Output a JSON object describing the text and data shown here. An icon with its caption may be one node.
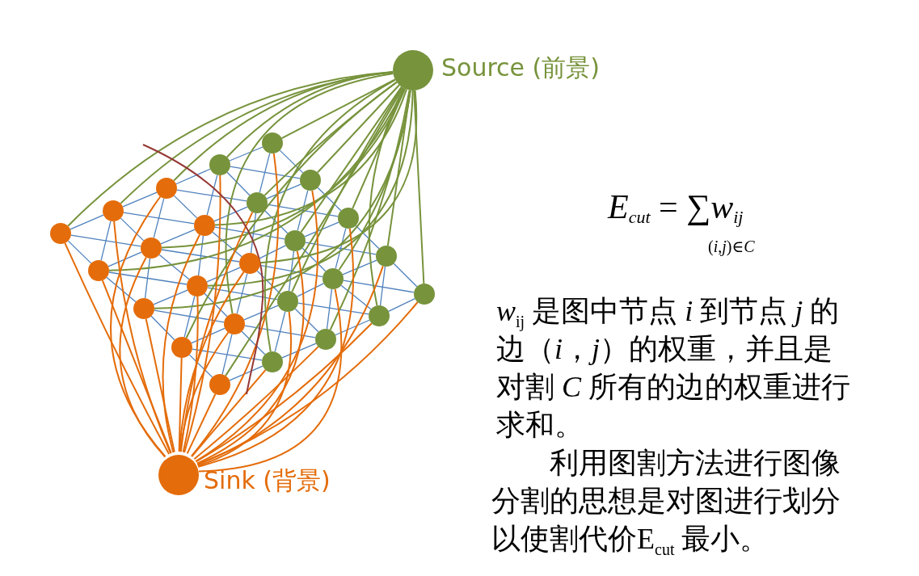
{
  "diagram": {
    "nodes": [
      {
        "text": [
          "Source (前景)"
        ]
      },
      {
        "text": [],
        "shape": "circle"
      },
      {
        "text": [],
        "shape": "circle"
      },
      {
        "text": [],
        "shape": "circle"
      },
      {
        "text": [],
        "shape": "circle"
      },
      {
        "text": [],
        "shape": "circle"
      },
      {
        "text": [],
        "shape": "circle"
      },
      {
        "text": [],
        "shape": "circle"
      },
      {
        "text": [],
        "shape": "circle"
      },
      {
        "text": [],
        "shape": "circle"
      },
      {
        "text": [],
        "shape": "circle"
      },
      {
        "text": [],
        "shape": "circle"
      },
      {
        "text": [],
        "shape": "circle"
      },
      {
        "text": [],
        "shape": "circle"
      },
      {
        "text": [],
        "shape": "circle"
      },
      {
        "text": [],
        "shape": "circle"
      },
      {
        "text": [],
        "shape": "circle"
      },
      {
        "text": [],
        "shape": "circle"
      },
      {
        "text": [],
        "shape": "circle"
      },
      {
        "text": [],
        "shape": "circle"
      },
      {
        "text": [],
        "shape": "circle"
      },
      {
        "text": [],
        "shape": "circle"
      },
      {
        "text": [],
        "shape": "circle"
      },
      {
        "text": [],
        "shape": "circle"
      },
      {
        "text": [],
        "shape": "circle"
      },
      {
        "text": [],
        "shape": "circle"
      },
      {
        "text": [
          "Sink (背景)"
        ]
      }
    ],
    "edges": [
      {
        "from": 1,
        "to": 2,
        "arrow": "none"
      },
      {
        "from": 2,
        "to": 3,
        "arrow": "none"
      },
      {
        "from": 3,
        "to": 4,
        "arrow": "none"
      },
      {
        "from": 4,
        "to": 5,
        "arrow": "none"
      },
      {
        "from": 6,
        "to": 7,
        "arrow": "none"
      },
      {
        "from": 7,
        "to": 8,
        "arrow": "none"
      },
      {
        "from": 8,
        "to": 9,
        "arrow": "none"
      },
      {
        "from": 9,
        "to": 10,
        "arrow": "none"
      },
      {
        "from": 11,
        "to": 12,
        "arrow": "none"
      },
      {
        "from": 12,
        "to": 13,
        "arrow": "none"
      },
      {
        "from": 13,
        "to": 14,
        "arrow": "none"
      },
      {
        "from": 14,
        "to": 15,
        "arrow": "none"
      },
      {
        "from": 16,
        "to": 17,
        "arrow": "none"
      },
      {
        "from": 17,
        "to": 18,
        "arrow": "none"
      },
      {
        "from": 18,
        "to": 19,
        "arrow": "none"
      },
      {
        "from": 19,
        "to": 20,
        "arrow": "none"
      },
      {
        "from": 21,
        "to": 22,
        "arrow": "none"
      },
      {
        "from": 22,
        "to": 23,
        "arrow": "none"
      },
      {
        "from": 23,
        "to": 24,
        "arrow": "none"
      },
      {
        "from": 24,
        "to": 25,
        "arrow": "none"
      },
      {
        "from": 1,
        "to": 6,
        "arrow": "none"
      },
      {
        "from": 2,
        "to": 7,
        "arrow": "none"
      },
      {
        "from": 3,
        "to": 8,
        "arrow": "none"
      },
      {
        "from": 4,
        "to": 9,
        "arrow": "none"
      },
      {
        "from": 5,
        "to": 10,
        "arrow": "none"
      },
      {
        "from": 6,
        "to": 11,
        "arrow": "none"
      },
      {
        "from": 7,
        "to": 12,
        "arrow": "none"
      },
      {
        "from": 8,
        "to": 13,
        "arrow": "none"
      },
      {
        "from": 9,
        "to": 14,
        "arrow": "none"
      },
      {
        "from": 10,
        "to": 15,
        "arrow": "none"
      },
      {
        "from": 11,
        "to": 16,
        "arrow": "none"
      },
      {
        "from": 12,
        "to": 17,
        "arrow": "none"
      },
      {
        "from": 13,
        "to": 18,
        "arrow": "none"
      },
      {
        "from": 14,
        "to": 19,
        "arrow": "none"
      },
      {
        "from": 15,
        "to": 20,
        "arrow": "none"
      },
      {
        "from": 16,
        "to": 21,
        "arrow": "none"
      },
      {
        "from": 17,
        "to": 22,
        "arrow": "none"
      },
      {
        "from": 18,
        "to": 23,
        "arrow": "none"
      },
      {
        "from": 19,
        "to": 24,
        "arrow": "none"
      },
      {
        "from": 20,
        "to": 25,
        "arrow": "none"
      },
      {
        "from": 1,
        "to": 7,
        "arrow": "none"
      },
      {
        "from": 2,
        "to": 8,
        "arrow": "none"
      },
      {
        "from": 3,
        "to": 9,
        "arrow": "none"
      },
      {
        "from": 4,
        "to": 10,
        "arrow": "none"
      },
      {
        "from": 6,
        "to": 12,
        "arrow": "none"
      },
      {
        "from": 7,
        "to": 13,
        "arrow": "none"
      },
      {
        "from": 8,
        "to": 14,
        "arrow": "none"
      },
      {
        "from": 9,
        "to": 15,
        "arrow": "none"
      },
      {
        "from": 11,
        "to": 17,
        "arrow": "none"
      },
      {
        "from": 12,
        "to": 18,
        "arrow": "none"
      },
      {
        "from": 13,
        "to": 19,
        "arrow": "none"
      },
      {
        "from": 14,
        "to": 20,
        "arrow": "none"
      },
      {
        "from": 16,
        "to": 22,
        "arrow": "none"
      },
      {
        "from": 17,
        "to": 23,
        "arrow": "none"
      },
      {
        "from": 18,
        "to": 24,
        "arrow": "none"
      },
      {
        "from": 19,
        "to": 25,
        "arrow": "none"
      },
      {
        "from": 6,
        "to": 2,
        "arrow": "none"
      },
      {
        "from": 7,
        "to": 3,
        "arrow": "none"
      },
      {
        "from": 8,
        "to": 4,
        "arrow": "none"
      },
      {
        "from": 9,
        "to": 5,
        "arrow": "none"
      },
      {
        "from": 11,
        "to": 7,
        "arrow": "none"
      },
      {
        "from": 12,
        "to": 8,
        "arrow": "none"
      },
      {
        "from": 13,
        "to": 9,
        "arrow": "none"
      },
      {
        "from": 14,
        "to": 10,
        "arrow": "none"
      },
      {
        "from": 16,
        "to": 12,
        "arrow": "none"
      },
      {
        "from": 17,
        "to": 13,
        "arrow": "none"
      },
      {
        "from": 18,
        "to": 14,
        "arrow": "none"
      },
      {
        "from": 19,
        "to": 15,
        "arrow": "none"
      },
      {
        "from": 21,
        "to": 17,
        "arrow": "none"
      },
      {
        "from": 22,
        "to": 18,
        "arrow": "none"
      },
      {
        "from": 23,
        "to": 19,
        "arrow": "none"
      },
      {
        "from": 24,
        "to": 20,
        "arrow": "none"
      },
      {
        "from": 0,
        "to": 1,
        "arrow": "none",
        "color": "#77933c"
      },
      {
        "from": 0,
        "to": 2,
        "arrow": "none",
        "color": "#77933c"
      },
      {
        "from": 0,
        "to": 3,
        "arrow": "none",
        "color": "#77933c"
      },
      {
        "from": 0,
        "to": 4,
        "arrow": "none",
        "color": "#77933c"
      },
      {
        "from": 0,
        "to": 5,
        "arrow": "none",
        "color": "#77933c"
      },
      {
        "from": 0,
        "to": 6,
        "arrow": "none",
        "color": "#77933c"
      },
      {
        "from": 0,
        "to": 7,
        "arrow": "none",
        "color": "#77933c"
      },
      {
        "from": 0,
        "to": 8,
        "arrow": "none",
        "color": "#77933c"
      },
      {
        "from": 0,
        "to": 9,
        "arrow": "none",
        "color": "#77933c"
      },
      {
        "from": 0,
        "to": 10,
        "arrow": "none",
        "color": "#77933c"
      },
      {
        "from": 0,
        "to": 11,
        "arrow": "none",
        "color": "#77933c"
      },
      {
        "from": 0,
        "to": 12,
        "arrow": "none",
        "color": "#77933c"
      },
      {
        "from": 0,
        "to": 13,
        "arrow": "none",
        "color": "#77933c"
      },
      {
        "from": 0,
        "to": 14,
        "arrow": "none",
        "color": "#77933c"
      },
      {
        "from": 0,
        "to": 15,
        "arrow": "none",
        "color": "#77933c"
      },
      {
        "from": 0,
        "to": 16,
        "arrow": "none",
        "color": "#77933c"
      },
      {
        "from": 0,
        "to": 17,
        "arrow": "none",
        "color": "#77933c"
      },
      {
        "from": 0,
        "to": 18,
        "arrow": "none",
        "color": "#77933c"
      },
      {
        "from": 0,
        "to": 19,
        "arrow": "none",
        "color": "#77933c"
      },
      {
        "from": 0,
        "to": 20,
        "arrow": "none",
        "color": "#77933c"
      },
      {
        "from": 0,
        "to": 21,
        "arrow": "none",
        "color": "#77933c"
      },
      {
        "from": 0,
        "to": 22,
        "arrow": "none",
        "color": "#77933c"
      },
      {
        "from": 0,
        "to": 23,
        "arrow": "none",
        "color": "#77933c"
      },
      {
        "from": 0,
        "to": 24,
        "arrow": "none",
        "color": "#77933c"
      },
      {
        "from": 0,
        "to": 25,
        "arrow": "none",
        "color": "#77933c"
      },
      {
        "from": 26,
        "to": 1,
        "arrow": "none",
        "color": "#e46c0a"
      },
      {
        "from": 26,
        "to": 2,
        "arrow": "none",
        "color": "#e46c0a"
      },
      {
        "from": 26,
        "to": 3,
        "arrow": "none",
        "color": "#e46c0a"
      },
      {
        "from": 26,
        "to": 4,
        "arrow": "none",
        "color": "#e46c0a"
      },
      {
        "from": 26,
        "to": 5,
        "arrow": "none",
        "color": "#e46c0a"
      },
      {
        "from": 26,
        "to": 6,
        "arrow": "none",
        "color": "#e46c0a"
      },
      {
        "from": 26,
        "to": 7,
        "arrow": "none",
        "color": "#e46c0a"
      },
      {
        "from": 26,
        "to": 8,
        "arrow": "none",
        "color": "#e46c0a"
      },
      {
        "from": 26,
        "to": 9,
        "arrow": "none",
        "color": "#e46c0a"
      },
      {
        "from": 26,
        "to": 10,
        "arrow": "none",
        "color": "#e46c0a"
      },
      {
        "from": 26,
        "to": 11,
        "arrow": "none",
        "color": "#e46c0a"
      },
      {
        "from": 26,
        "to": 12,
        "arrow": "none",
        "color": "#e46c0a"
      },
      {
        "from": 26,
        "to": 13,
        "arrow": "none",
        "color": "#e46c0a"
      },
      {
        "from": 26,
        "to": 14,
        "arrow": "none",
        "color": "#e46c0a"
      },
      {
        "from": 26,
        "to": 15,
        "arrow": "none",
        "color": "#e46c0a"
      },
      {
        "from": 26,
        "to": 16,
        "arrow": "none",
        "color": "#e46c0a"
      },
      {
        "from": 26,
        "to": 17,
        "arrow": "none",
        "color": "#e46c0a"
      },
      {
        "from": 26,
        "to": 18,
        "arrow": "none",
        "color": "#e46c0a"
      },
      {
        "from": 26,
        "to": 19,
        "arrow": "none",
        "color": "#e46c0a"
      },
      {
        "from": 26,
        "to": 20,
        "arrow": "none",
        "color": "#e46c0a"
      },
      {
        "from": 26,
        "to": 21,
        "arrow": "none",
        "color": "#e46c0a"
      },
      {
        "from": 26,
        "to": 22,
        "arrow": "none",
        "color": "#e46c0a"
      },
      {
        "from": 26,
        "to": 23,
        "arrow": "none",
        "color": "#e46c0a"
      },
      {
        "from": 26,
        "to": 24,
        "arrow": "none",
        "color": "#e46c0a"
      },
      {
        "from": 26,
        "to": 25,
        "arrow": "none",
        "color": "#e46c0a"
      }
    ],
    "labels": [
      "*E*$_{cut}$ = ∑*w*$_{ij}$",
      "(*i*,*j*)∈*C*",
      "*w*$_{ij}$ 是图中节点 *i* 到节点 *j* 的边（*i*，*j*）的权重，并且是对割 *C* 所有的边的权重进行求和。",
      "利用图割方法进行图像分割的思想是对图进行划分以使割代价E$_{cut}$ 最小。"
    ]
  }
}
